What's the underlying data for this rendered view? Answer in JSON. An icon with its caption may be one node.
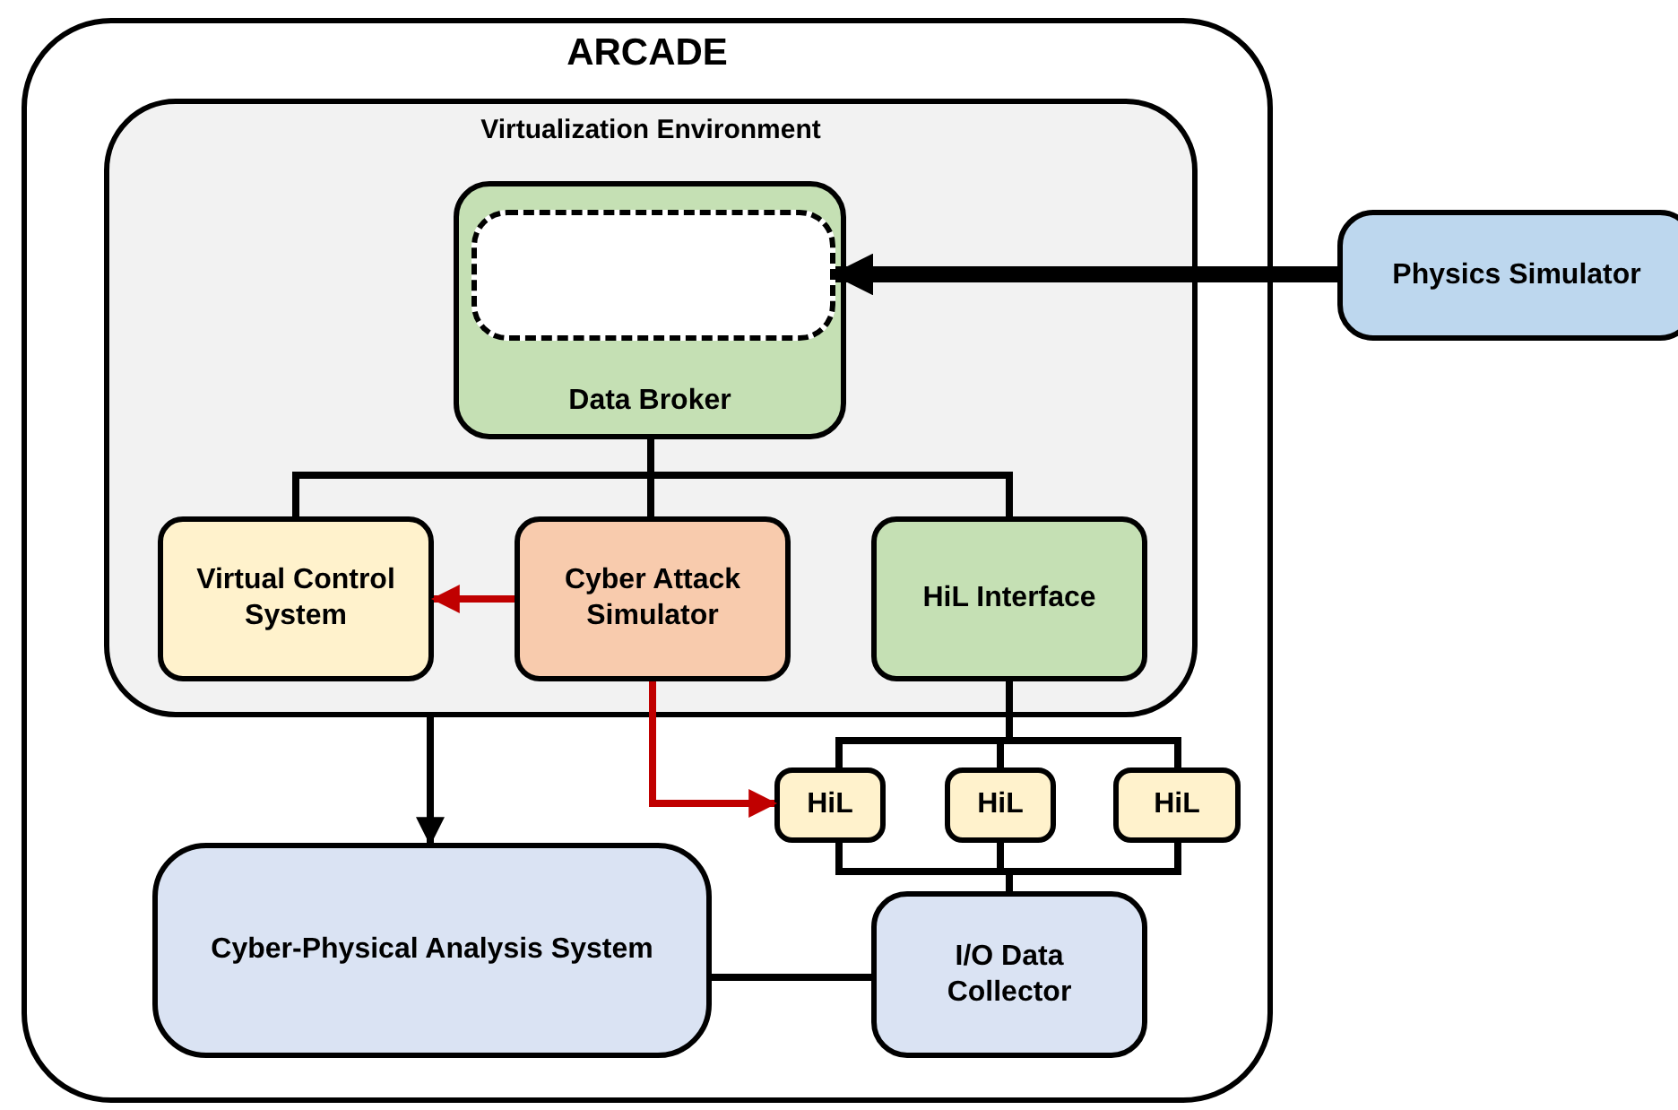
{
  "diagram": {
    "nodes": [
      {
        "text": [
          "ARCADE"
        ]
      },
      {
        "text": [
          "Virtualization Environment"
        ],
        "in": 0
      },
      {
        "text": [
          "Data Broker"
        ],
        "in": 1
      },
      {
        "text": [],
        "shape": "box",
        "in": 2
      },
      {
        "text": [
          "Virtual Control System"
        ],
        "in": 1
      },
      {
        "text": [
          "Cyber Attack Simulator"
        ],
        "in": 1
      },
      {
        "text": [
          "HiL Interface"
        ],
        "in": 1
      },
      {
        "text": [
          "HiL"
        ],
        "in": 0
      },
      {
        "text": [
          "HiL"
        ],
        "in": 0
      },
      {
        "text": [
          "HiL"
        ],
        "in": 0
      },
      {
        "text": [
          "Cyber-Physical Analysis System"
        ],
        "in": 0
      },
      {
        "text": [
          "I/O Data Collector"
        ],
        "in": 0
      },
      {
        "text": [
          "Physics Simulator"
        ]
      }
    ],
    "edges": [
      {
        "from": 12,
        "to": 3,
        "arrow": "to",
        "style": "thick"
      },
      {
        "from": 2,
        "to": 4,
        "arrow": "none"
      },
      {
        "from": 2,
        "to": 5,
        "arrow": "none"
      },
      {
        "from": 2,
        "to": 6,
        "arrow": "none"
      },
      {
        "from": 5,
        "to": 4,
        "arrow": "to",
        "color": "#c00000"
      },
      {
        "from": 5,
        "to": 7,
        "arrow": "to",
        "color": "#c00000"
      },
      {
        "from": 6,
        "to": 7,
        "arrow": "none"
      },
      {
        "from": 6,
        "to": 8,
        "arrow": "none"
      },
      {
        "from": 6,
        "to": 9,
        "arrow": "none"
      },
      {
        "from": 7,
        "to": 11,
        "arrow": "none"
      },
      {
        "from": 8,
        "to": 11,
        "arrow": "none"
      },
      {
        "from": 9,
        "to": 11,
        "arrow": "none"
      },
      {
        "from": 1,
        "to": 10,
        "arrow": "to"
      },
      {
        "from": 10,
        "to": 11,
        "arrow": "none"
      }
    ]
  }
}
